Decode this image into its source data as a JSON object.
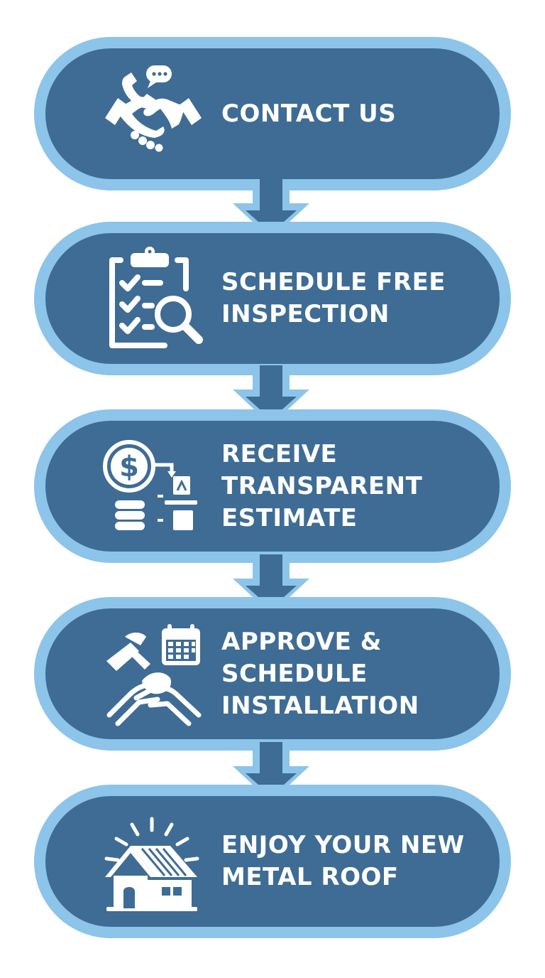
{
  "colors": {
    "outer_ring": "#8cc4ea",
    "pill_fill": "#3e6c95",
    "icon_text": "#ffffff",
    "background": "#ffffff"
  },
  "steps": [
    {
      "label": "CONTACT US",
      "icon": "handshake-phone-icon"
    },
    {
      "label": "SCHEDULE FREE\nINSPECTION",
      "icon": "clipboard-magnifier-icon"
    },
    {
      "label": "RECEIVE\nTRANSPARENT\nESTIMATE",
      "icon": "dollar-estimate-icon"
    },
    {
      "label": "APPROVE &\nSCHEDULE\nINSTALLATION",
      "icon": "hammer-calendar-hands-icon"
    },
    {
      "label": "ENJOY YOUR NEW\nMETAL ROOF",
      "icon": "house-roof-icon"
    }
  ]
}
